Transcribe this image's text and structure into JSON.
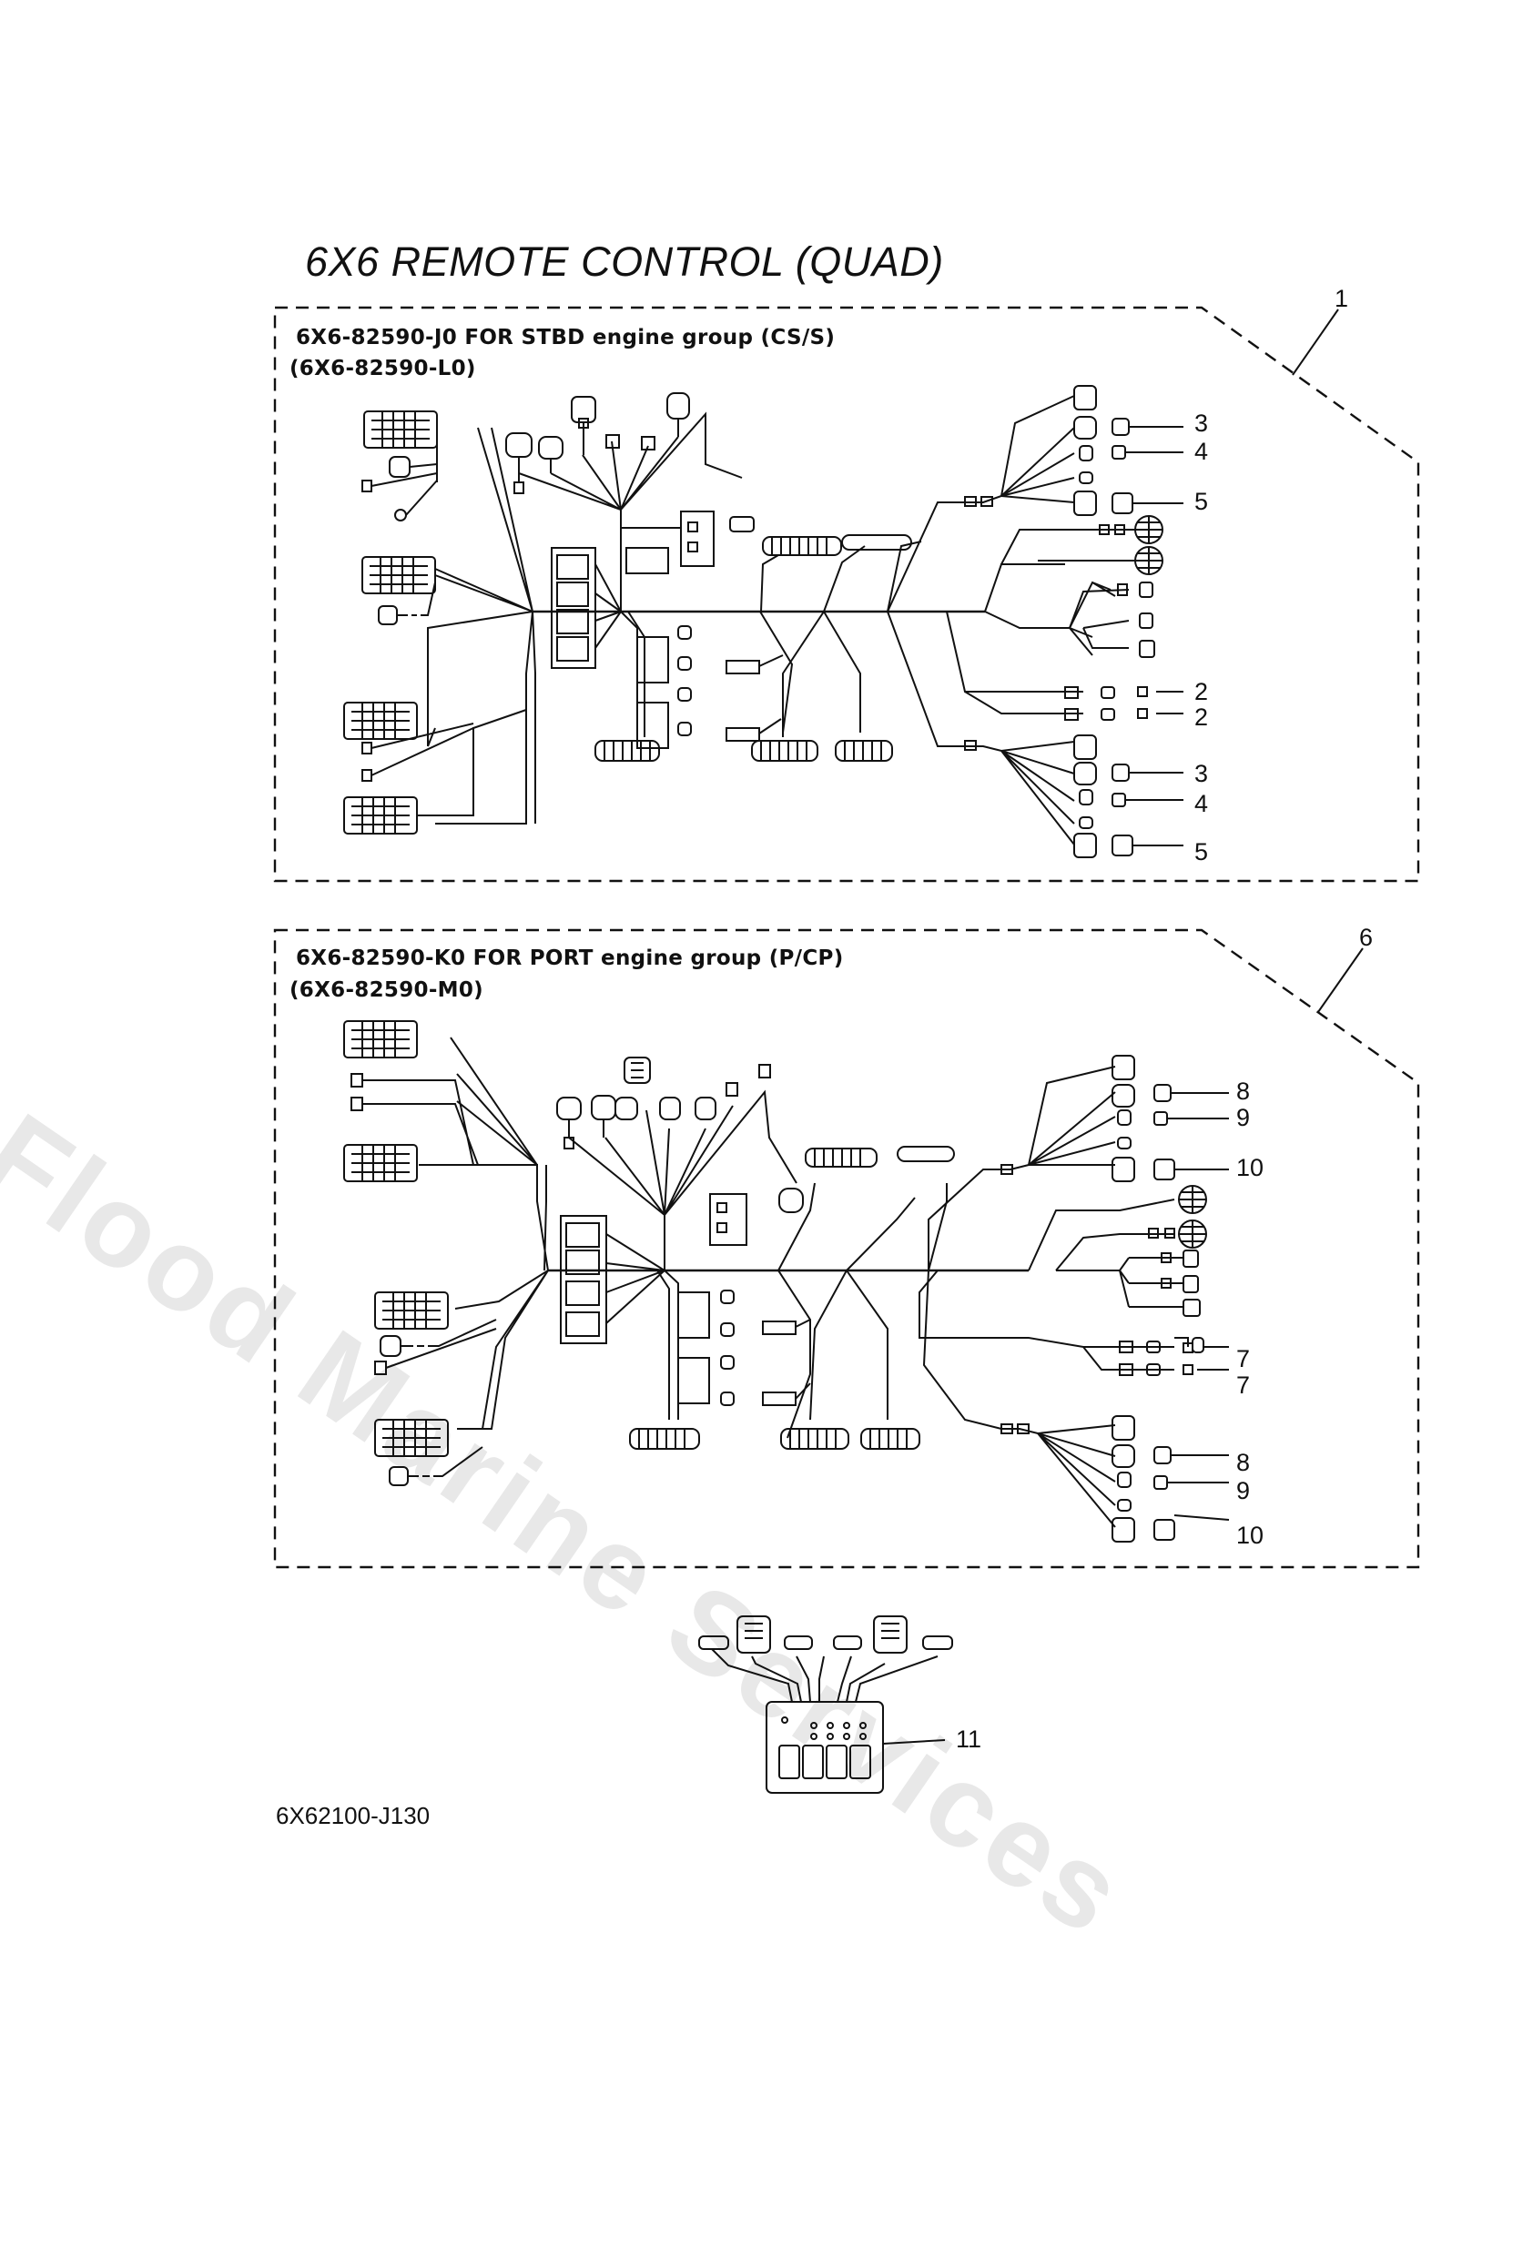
{
  "title": "6X6 REMOTE CONTROL (QUAD)",
  "groups": [
    {
      "label": "6X6-82590-J0  FOR  STBD engine group (CS/S)",
      "alt_label": "(6X6-82590-L0)",
      "ref": "1"
    },
    {
      "label": "6X6-82590-K0  FOR  PORT engine group (P/CP)",
      "alt_label": "(6X6-82590-M0)",
      "ref": "6"
    }
  ],
  "callouts": {
    "stbd_upper": [
      "3",
      "4",
      "5"
    ],
    "stbd_middle": [
      "2",
      "2"
    ],
    "stbd_lower": [
      "3",
      "4",
      "5"
    ],
    "port_upper": [
      "8",
      "9",
      "10"
    ],
    "port_middle": [
      "7",
      "7"
    ],
    "port_lower": [
      "8",
      "9",
      "10"
    ],
    "switch_panel": "11"
  },
  "footer_code": "6X62100-J130",
  "watermark": "Flood Marine Services"
}
